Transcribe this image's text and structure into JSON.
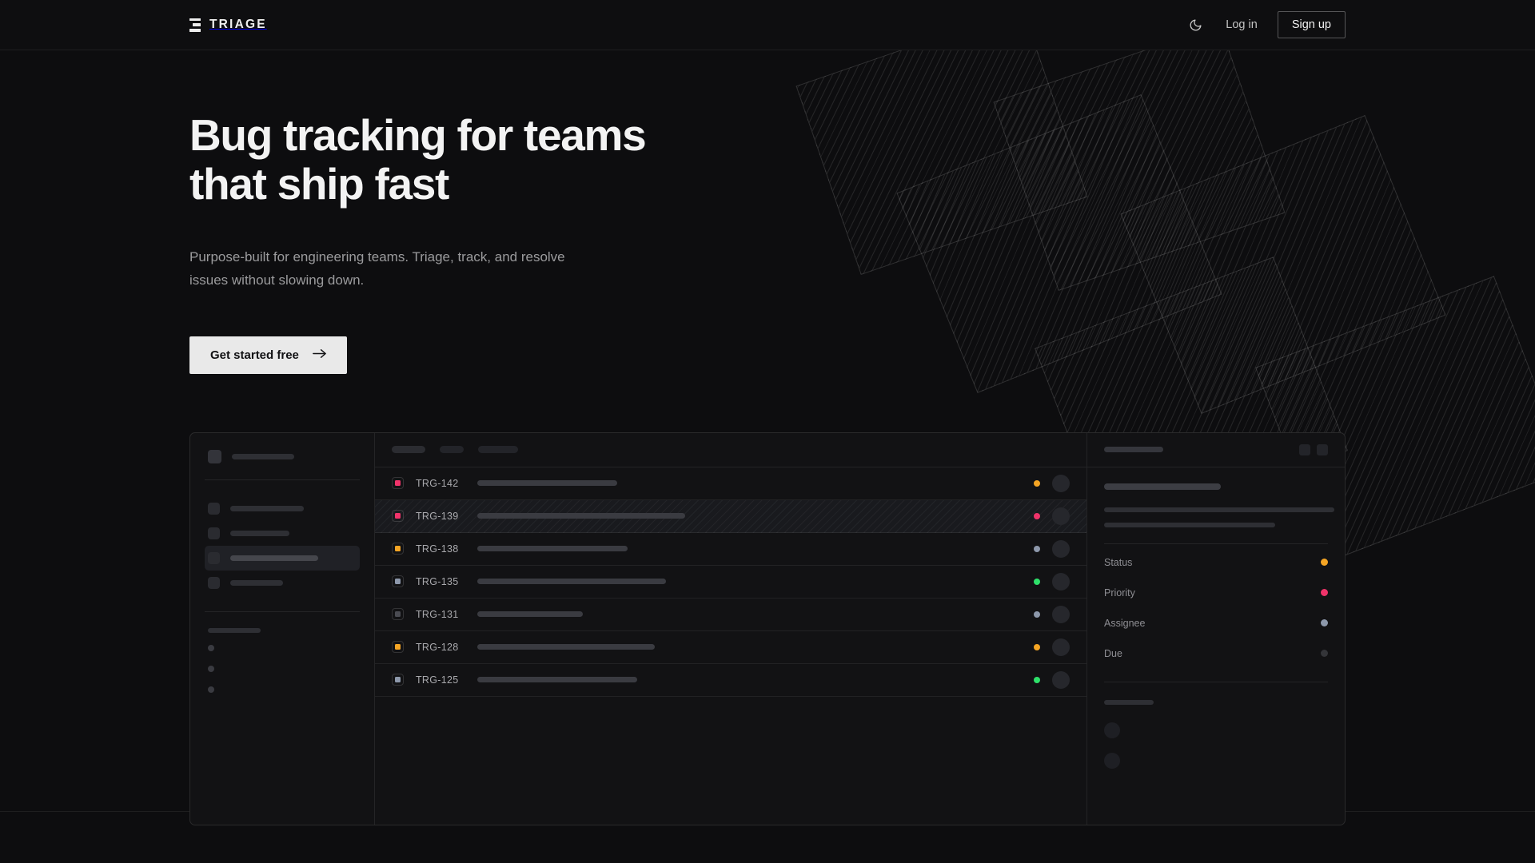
{
  "brand": {
    "name": "TRIAGE",
    "mark_icon": "stacked-bars-logo-icon"
  },
  "nav": {
    "theme_toggle_icon": "moon-icon",
    "login_label": "Log in",
    "signup_label": "Sign up"
  },
  "hero": {
    "heading_line1": "Bug tracking for teams",
    "heading_line2": "that ship fast",
    "subheading": "Purpose-built for engineering teams. Triage, track, and resolve issues without slowing down.",
    "cta_label": "Get started free",
    "cta_icon": "arrow-right-icon"
  },
  "app_mockup": {
    "sidebar": {
      "workspace_placeholder": true,
      "nav_items": [
        {
          "active": false
        },
        {
          "active": false
        },
        {
          "active": true
        },
        {
          "active": false
        }
      ],
      "section_label_placeholder": true,
      "sub_items": 3
    },
    "toolbar": {
      "filter_pills": 3
    },
    "issues": [
      {
        "id": "TRG-142",
        "priority_color": "#f0336a",
        "status_color": "#f5a524",
        "title_width": 175
      },
      {
        "id": "TRG-139",
        "priority_color": "#f0336a",
        "status_color": "#f0336a",
        "title_width": 260,
        "highlighted": true
      },
      {
        "id": "TRG-138",
        "priority_color": "#f5a524",
        "status_color": "#8d98ab",
        "title_width": 188
      },
      {
        "id": "TRG-135",
        "priority_color": "#8d98ab",
        "status_color": "#2ee06a",
        "title_width": 236
      },
      {
        "id": "TRG-131",
        "priority_color": "#4a4b52",
        "status_color": "#8d98ab",
        "title_width": 132
      },
      {
        "id": "TRG-128",
        "priority_color": "#f5a524",
        "status_color": "#f5a524",
        "title_width": 222
      },
      {
        "id": "TRG-125",
        "priority_color": "#8d98ab",
        "status_color": "#2ee06a",
        "title_width": 200
      }
    ],
    "detail": {
      "header_title_placeholder": true,
      "header_buttons": 2,
      "meta": [
        {
          "label": "Status",
          "value_color": "#f5a524"
        },
        {
          "label": "Priority",
          "value_color": "#f0336a"
        },
        {
          "label": "Assignee",
          "value_color": "#8d98ab"
        },
        {
          "label": "Due",
          "value_color": "#343539"
        }
      ],
      "activity_avatars": 2
    }
  },
  "colors": {
    "page_bg": "#0d0d0f",
    "panel_bg": "#121214",
    "text_primary": "#f3f3f3",
    "text_muted": "#9b9b9d",
    "cta_bg": "#e9e9e9",
    "border": "rgba(255,255,255,0.10)"
  }
}
